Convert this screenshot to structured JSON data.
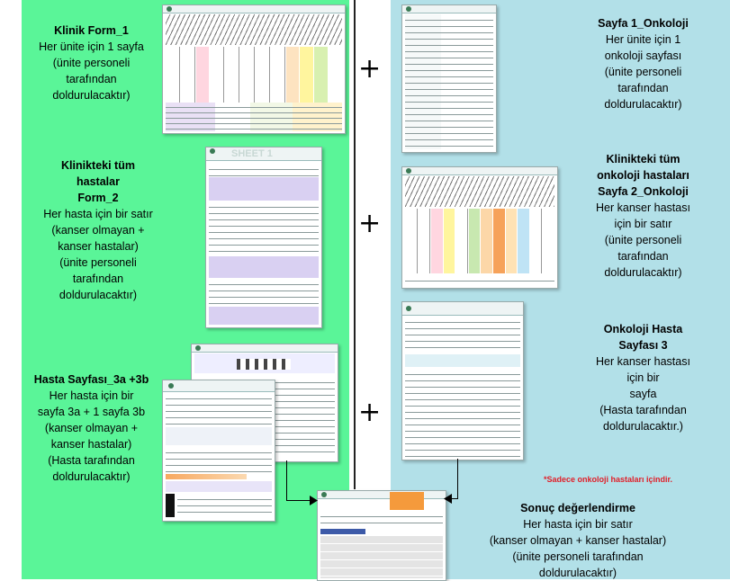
{
  "blocks": {
    "klinik_form1": {
      "title": "Klinik Form_1",
      "lines": [
        "Her ünite için 1 sayfa",
        "(ünite personeli",
        "tarafından",
        "doldurulacaktır)"
      ]
    },
    "klinik_form2": {
      "title_lines": [
        "Klinikteki tüm",
        "hastalar",
        "Form_2"
      ],
      "lines": [
        "Her hasta için bir satır",
        "(kanser olmayan +",
        "kanser hastalar)",
        "(ünite personeli",
        "tarafından",
        "doldurulacaktır)"
      ]
    },
    "hasta_sayfasi": {
      "title": "Hasta Sayfası_3a +3b",
      "lines": [
        "Her hasta için bir",
        "sayfa 3a + 1 sayfa 3b",
        "(kanser olmayan +",
        "kanser hastalar)",
        "(Hasta tarafından",
        "doldurulacaktır)"
      ]
    },
    "sayfa1_onkoloji": {
      "title": "Sayfa 1_Onkoloji",
      "lines": [
        "Her ünite için 1",
        "onkoloji sayfası",
        "(ünite personeli",
        "tarafından",
        "doldurulacaktır)"
      ]
    },
    "sayfa2_onkoloji": {
      "title_lines": [
        "Klinikteki tüm",
        "onkoloji hastaları",
        "Sayfa 2_Onkoloji"
      ],
      "lines": [
        "Her kanser hastası",
        "için bir satır",
        "(ünite personeli",
        "tarafından",
        "doldurulacaktır)"
      ]
    },
    "onkoloji_hasta": {
      "title_lines": [
        "Onkoloji Hasta",
        "Sayfası 3"
      ],
      "lines": [
        "Her kanser hastası",
        "için bir",
        "sayfa",
        "(Hasta tarafından",
        "doldurulacaktır.)"
      ]
    },
    "sonuc": {
      "title": "Sonuç değerlendirme",
      "lines": [
        "Her hasta için bir satır",
        "(kanser olmayan + kanser hastalar)",
        "(ünite personeli tarafından",
        "doldurulacaktır)"
      ]
    }
  },
  "plus_sign": "+",
  "note": "*Sadece onkoloji hastaları içindir.",
  "sheet_watermark": "SHEET 1",
  "colors": {
    "left_panel": "#5af598",
    "right_panel": "#b2e0e8",
    "note": "#e0202a"
  }
}
